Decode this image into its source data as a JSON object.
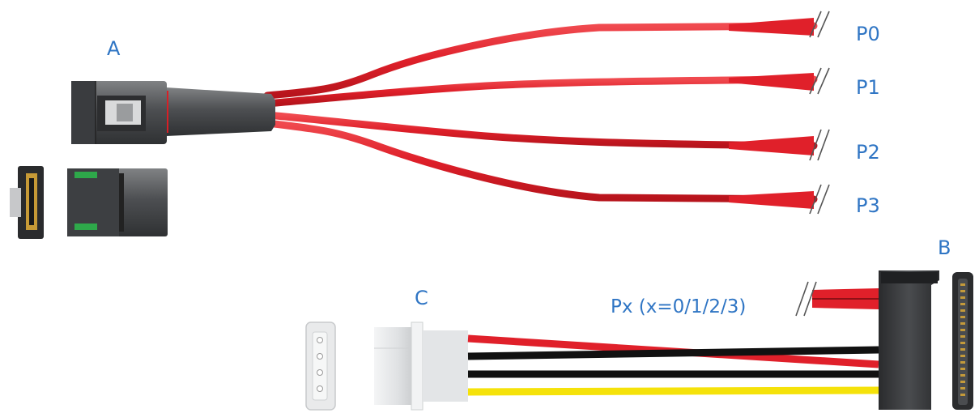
{
  "labels": {
    "connector_a": "A",
    "connector_b": "B",
    "connector_c": "C",
    "ports": [
      "P0",
      "P1",
      "P2",
      "P3"
    ],
    "px": "Px (x=0/1/2/3)"
  },
  "colors": {
    "label_blue": "#2f75c4",
    "cable_red": "#e0202a",
    "cable_black": "#111111",
    "cable_yellow": "#f5e20a",
    "connector_gray": "#5b5d60",
    "molex_white": "#e9eaeb"
  }
}
